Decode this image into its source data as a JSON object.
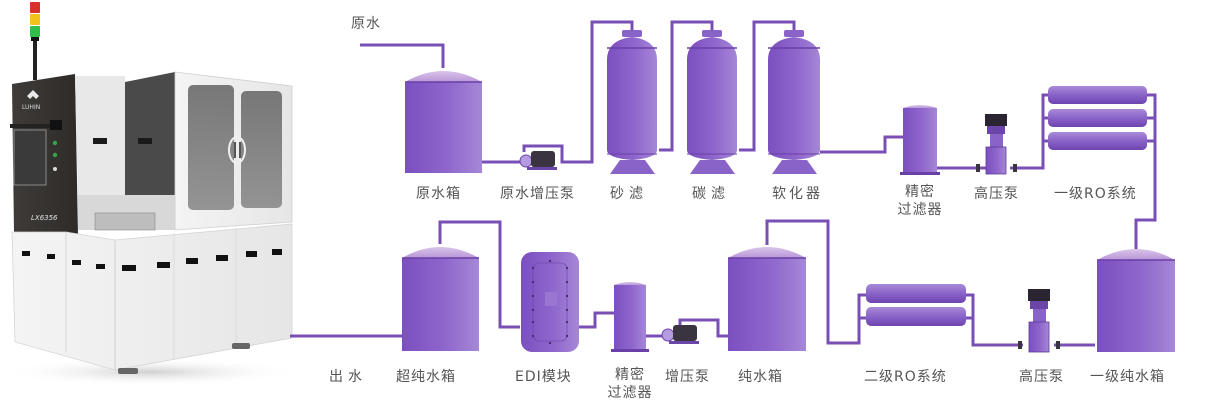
{
  "machine": {
    "brand": "LUHIN",
    "model": "LX6356",
    "signal_tower": [
      "#d8302a",
      "#f2c21a",
      "#2fbf4a"
    ]
  },
  "colors": {
    "pipe": "#7a4fb5",
    "tank": "#8459c4",
    "tank_dome": "#c6a8de",
    "pump_dark": "#3a3440",
    "label": "#555555"
  },
  "flow": {
    "top_row": {
      "input_label": "原水",
      "stages": [
        {
          "id": "raw-water-tank",
          "label": "原水箱"
        },
        {
          "id": "raw-water-booster-pump",
          "label": "原水增压泵"
        },
        {
          "id": "sand-filter",
          "label": "砂滤"
        },
        {
          "id": "carbon-filter",
          "label": "碳滤"
        },
        {
          "id": "softener",
          "label": "软化器"
        },
        {
          "id": "precision-filter-1",
          "label_line1": "精密",
          "label_line2": "过滤器"
        },
        {
          "id": "high-pressure-pump-1",
          "label": "高压泵"
        },
        {
          "id": "ro-stage-1",
          "label": "一级RO系统"
        }
      ]
    },
    "bottom_row": {
      "output_label": "出水",
      "stages": [
        {
          "id": "ultrapure-water-tank",
          "label": "超纯水箱"
        },
        {
          "id": "edi-module",
          "label": "EDI模块"
        },
        {
          "id": "precision-filter-2",
          "label_line1": "精密",
          "label_line2": "过滤器"
        },
        {
          "id": "booster-pump",
          "label": "增压泵"
        },
        {
          "id": "pure-water-tank",
          "label": "纯水箱"
        },
        {
          "id": "ro-stage-2",
          "label": "二级RO系统"
        },
        {
          "id": "high-pressure-pump-2",
          "label": "高压泵"
        },
        {
          "id": "primary-pure-water-tank",
          "label": "一级纯水箱"
        }
      ]
    }
  }
}
